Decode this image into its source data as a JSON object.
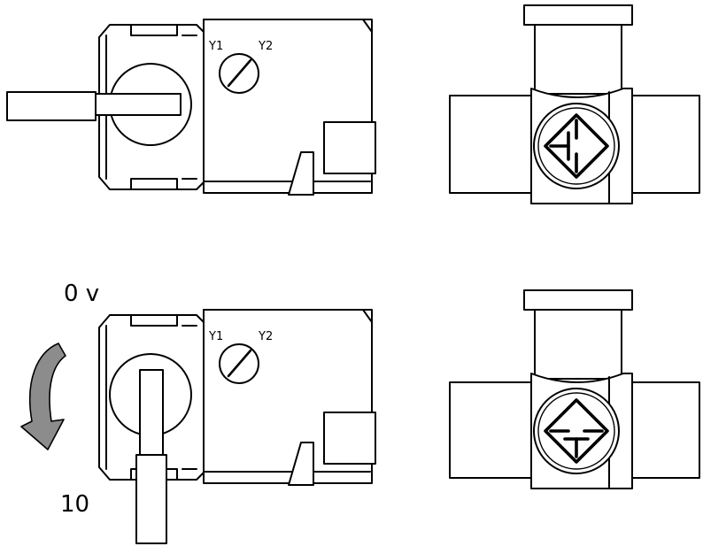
{
  "rows": [
    {
      "actuator": {
        "terminal_left": "Y1",
        "terminal_right": "Y2",
        "lever": "horizontal"
      },
      "valve": {
        "flow_symbol": "diamond-arrows"
      }
    },
    {
      "voltage_start": "0 v",
      "voltage_end": "10",
      "rotation_arrow_color": "#8c8c8c",
      "actuator": {
        "terminal_left": "Y1",
        "terminal_right": "Y2",
        "lever": "vertical"
      },
      "valve": {
        "flow_symbol": "diamond-arrows"
      }
    }
  ]
}
